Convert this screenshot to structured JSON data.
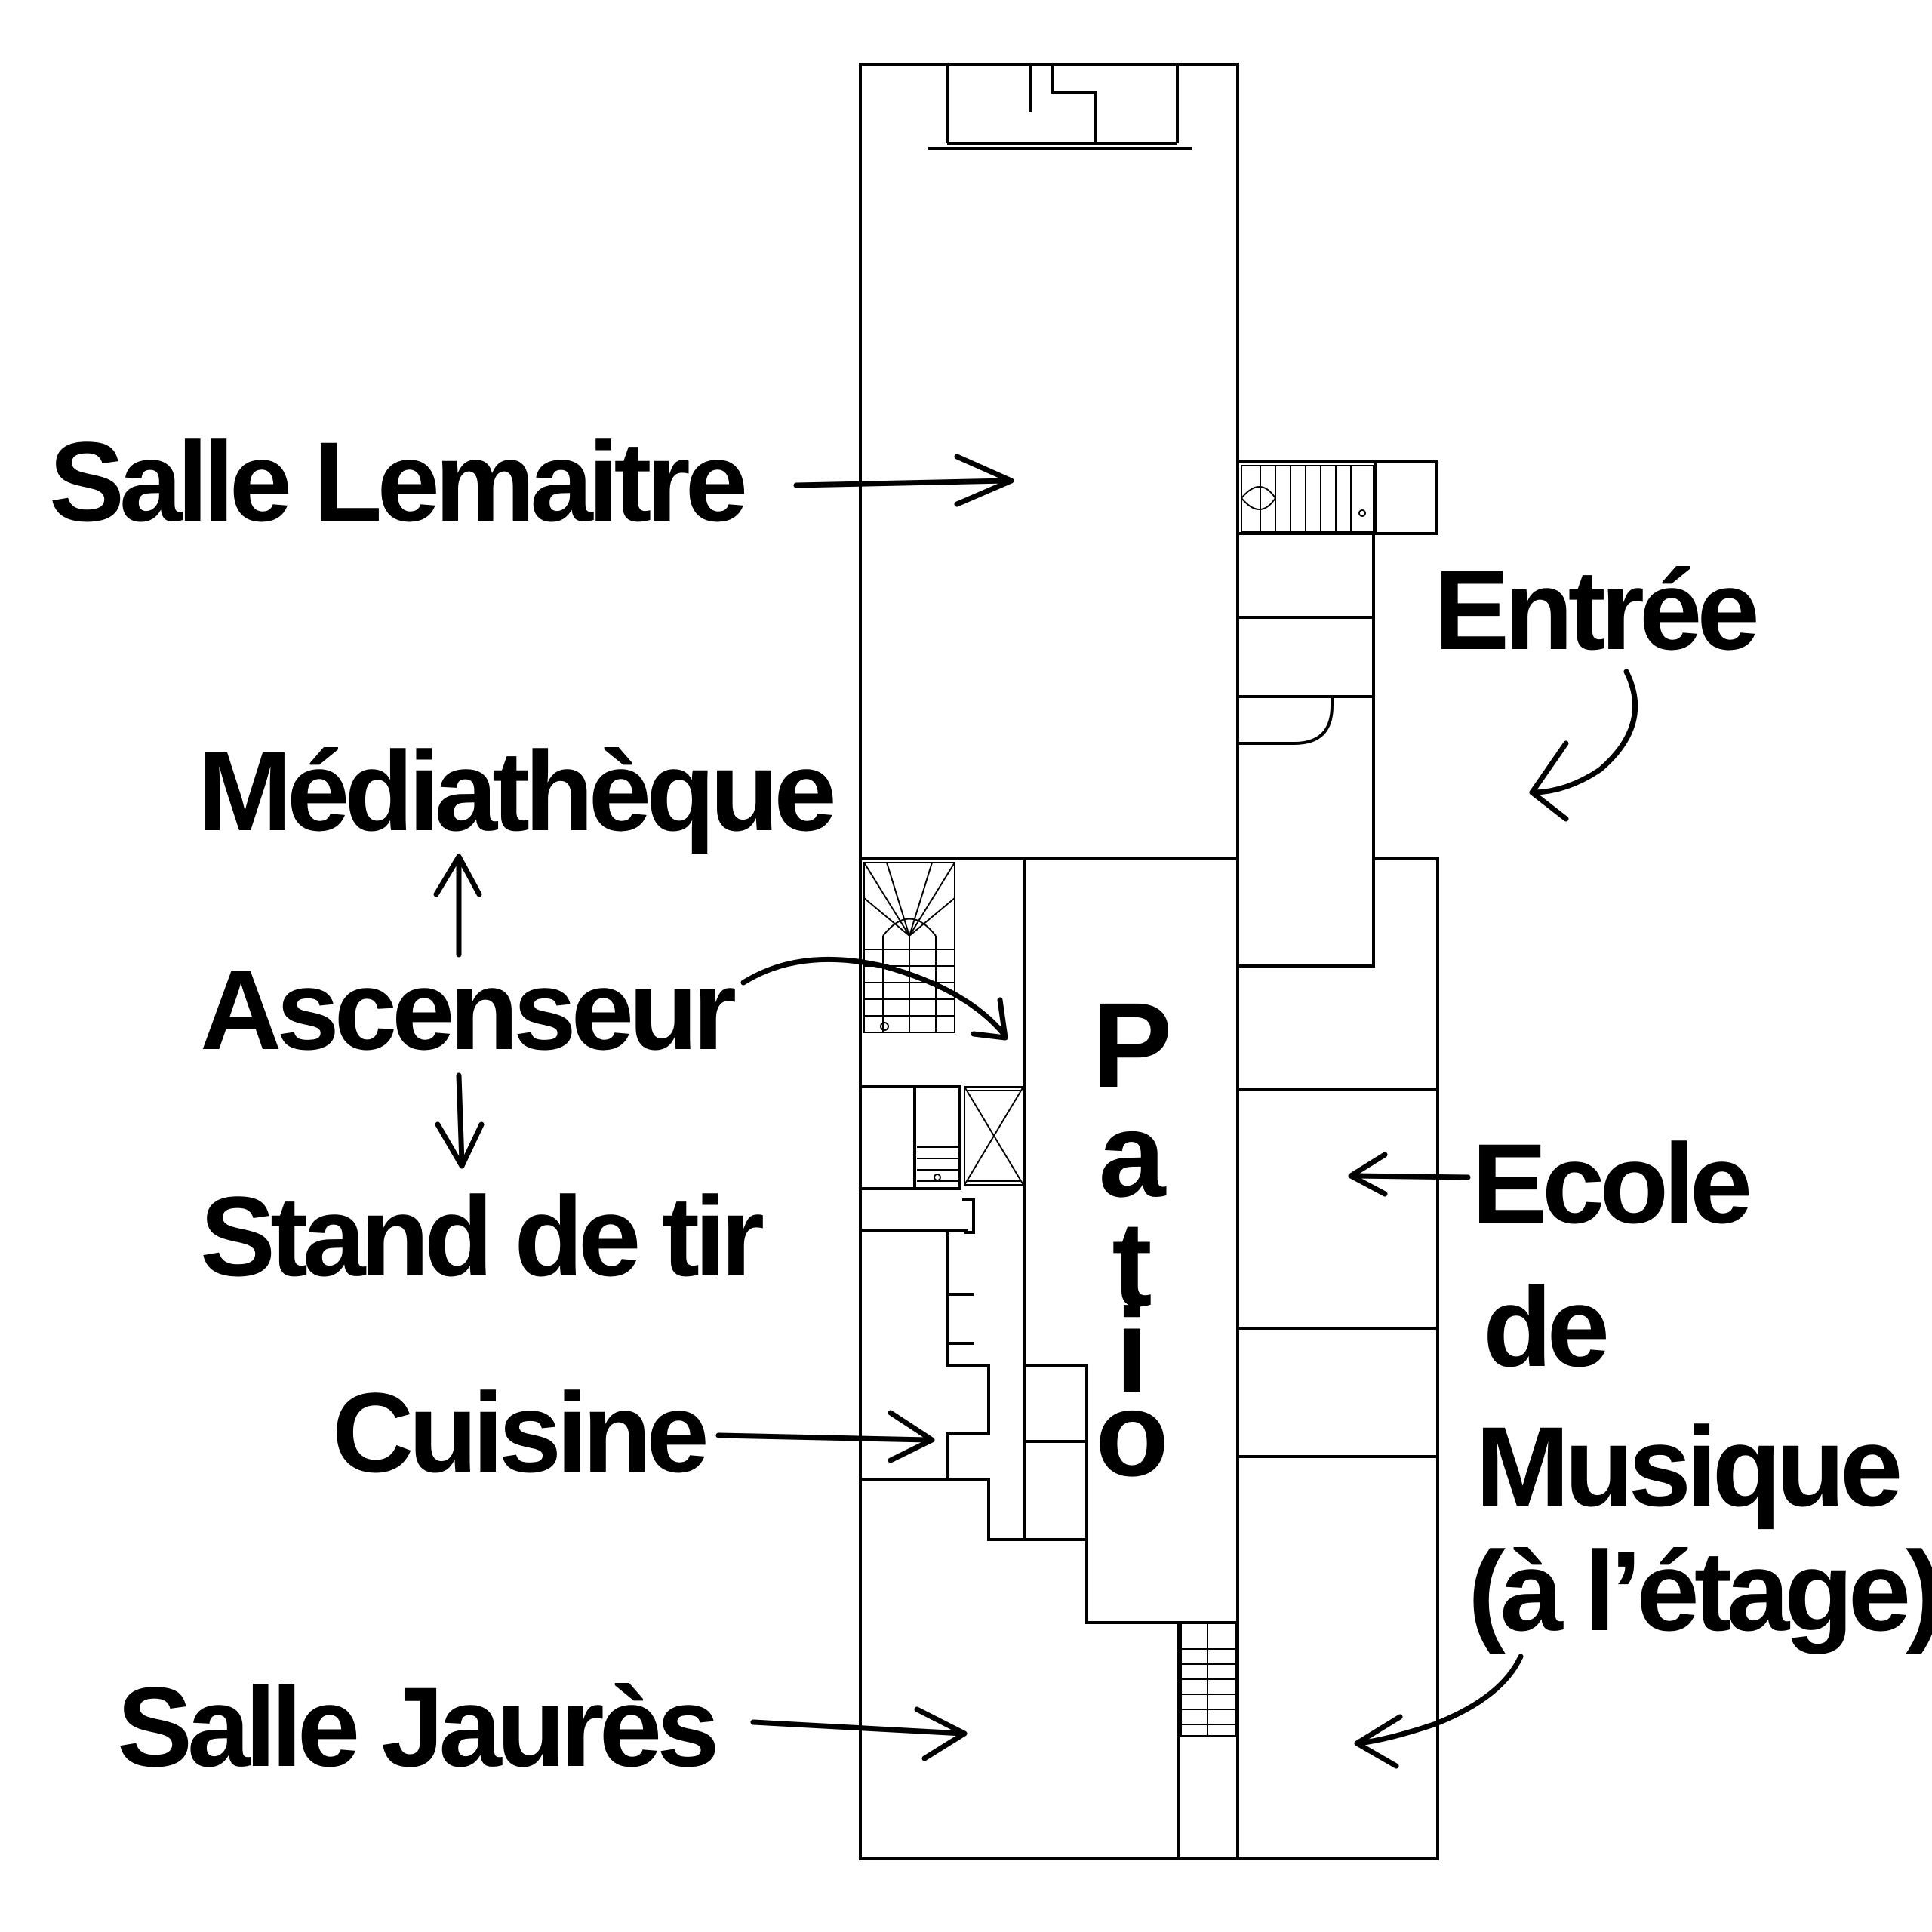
{
  "labels": {
    "salle_lemaitre": "Salle Lemaitre",
    "entree": "Entrée",
    "mediatheque": "Médiathèque",
    "ascenseur": "Ascenseur",
    "stand_de_tir": "Stand de tir",
    "cuisine": "Cuisine",
    "salle_jaures": "Salle Jaurès",
    "ecole_line1": "Ecole",
    "ecole_line2": "de",
    "ecole_line3": "Musique",
    "ecole_line4": "(à l’étage)",
    "patio_p": "P",
    "patio_a": "a",
    "patio_t": "t",
    "patio_i": "i",
    "patio_o": "o"
  }
}
